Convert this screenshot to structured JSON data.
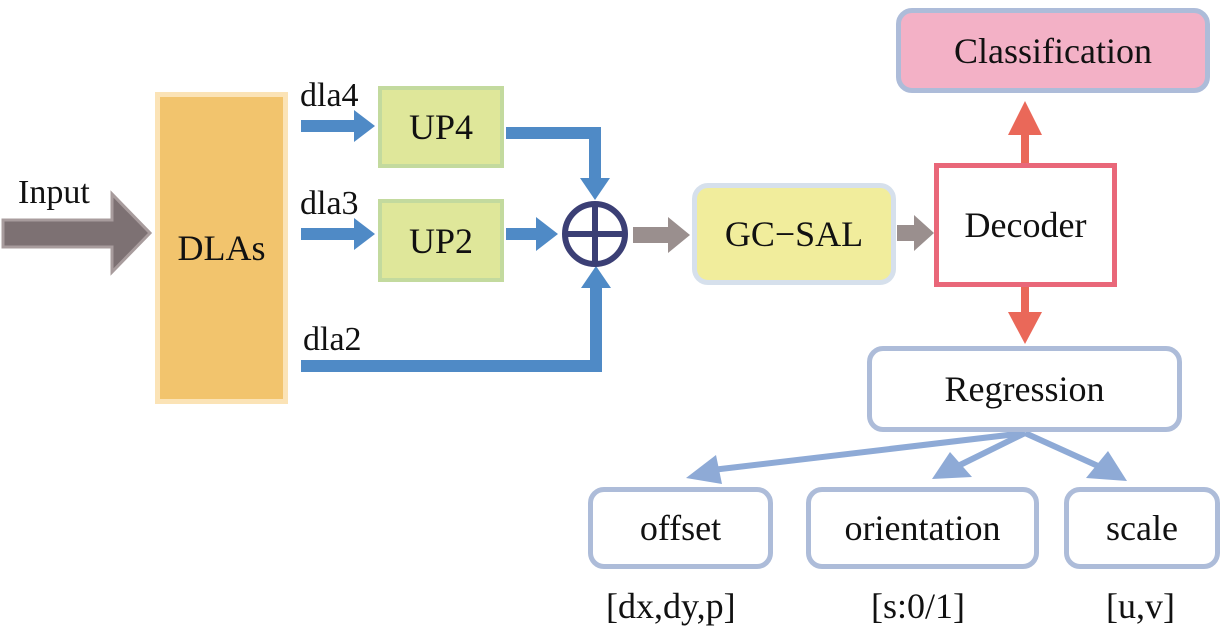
{
  "diagram": {
    "input_label": "Input",
    "nodes": {
      "dlas": "DLAs",
      "up4": "UP4",
      "up2": "UP2",
      "sum_symbol": "⊕",
      "gcsal": "GC−SAL",
      "decoder": "Decoder",
      "classification": "Classification",
      "regression": "Regression",
      "offset": "offset",
      "orientation": "orientation",
      "scale": "scale"
    },
    "edge_labels": {
      "dla4": "dla4",
      "dla3": "dla3",
      "dla2": "dla2"
    },
    "outputs": {
      "offset": "[dx,dy,p]",
      "orientation": "[s:0/1]",
      "scale": "[u,v]"
    },
    "edges": [
      {
        "from": "input",
        "to": "dlas"
      },
      {
        "from": "dlas",
        "to": "up4",
        "label": "dla4"
      },
      {
        "from": "dlas",
        "to": "up2",
        "label": "dla3"
      },
      {
        "from": "dlas",
        "to": "sum",
        "label": "dla2"
      },
      {
        "from": "up4",
        "to": "sum"
      },
      {
        "from": "up2",
        "to": "sum"
      },
      {
        "from": "sum",
        "to": "gcsal"
      },
      {
        "from": "gcsal",
        "to": "decoder"
      },
      {
        "from": "decoder",
        "to": "classification"
      },
      {
        "from": "decoder",
        "to": "regression"
      },
      {
        "from": "regression",
        "to": "offset"
      },
      {
        "from": "regression",
        "to": "orientation"
      },
      {
        "from": "regression",
        "to": "scale"
      }
    ],
    "colors": {
      "input_arrow": "#7d7173",
      "feature_arrow": "#4f8ac6",
      "gray_arrow": "#9a8f8e",
      "decoder_arrow": "#ea6859",
      "regression_arrow": "#8eaad6",
      "sum_node": "#3b3f75"
    }
  }
}
